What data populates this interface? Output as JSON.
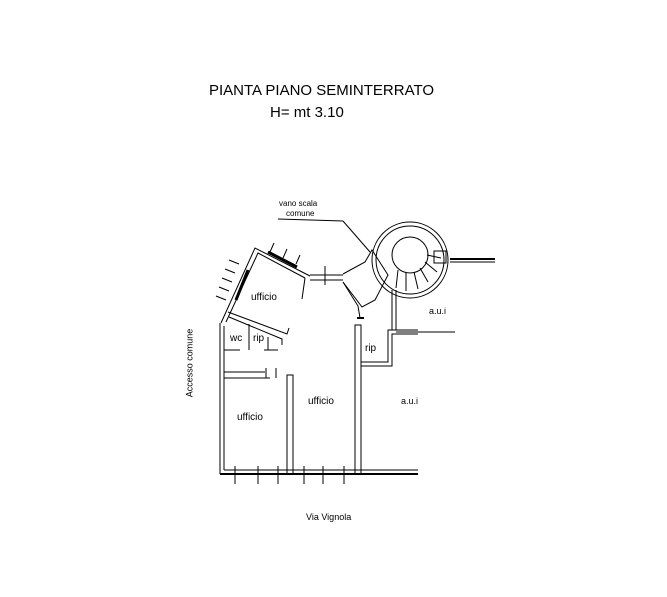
{
  "title": "PIANTA PIANO SEMINTERRATO",
  "height_label": "H= mt 3.10",
  "labels": {
    "stair_line1": "vano scala",
    "stair_line2": "comune",
    "office_top": "ufficio",
    "wc": "wc",
    "rip_left": "rip",
    "rip_right": "rip",
    "office_center": "ufficio",
    "office_bottom_left": "ufficio",
    "aui_top": "a.u.i",
    "aui_bottom": "a.u.i",
    "access": "Accesso comune",
    "street": "Via Vignola"
  }
}
